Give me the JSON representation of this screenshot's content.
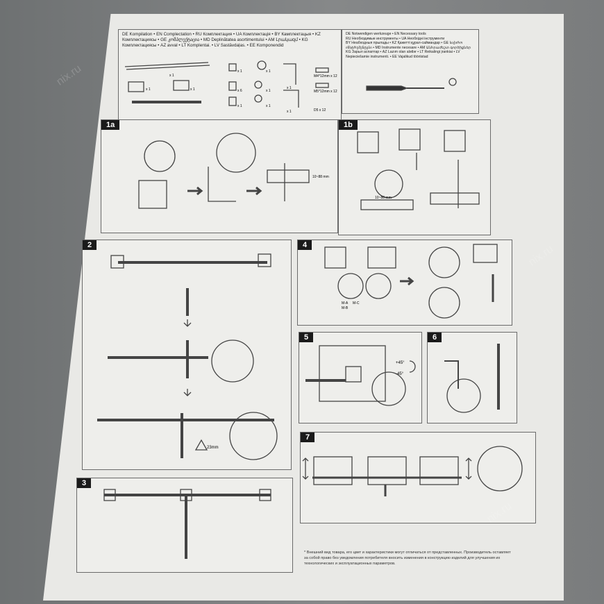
{
  "components_header": {
    "line1": "DE Kompilation • EN Complectation • RU Комплектация • UA Комплектація • BY Камплектацыя • KZ",
    "line2": "Комплектациясы • GE კომპლექტაცია • MD Deplinătatea asortimentului • AM Լրակազմ • KG",
    "line3": "Комплектациясы • AZ avval • LT Komplentai. • LV Sastāvdaļas. • EE Komponendid"
  },
  "tools_header": {
    "line1": "DE Notwendigen werkzeuge • EN Necessary tools",
    "line2": "RU Необходимые инструменты • UA Необхідні інструменти",
    "line3": "BY Неабходныя прылады • KZ Қажетті құрал-саймандар • GE საჭირო",
    "line4": "ინსტრუმენტები • MD Instrumente necesare • AM Անհրաժեշտ գործիքներ",
    "line5": "KG Зарыл аспаптар • AZ Lazım olan alətlər • LT Reikalingi įrankiai • LV",
    "line6": "Nepieciešamie instrumenti. • EE Vajalikud tööriistad"
  },
  "parts": {
    "qty_labels": [
      "x 1",
      "x 1",
      "x 1",
      "x 1",
      "x 6",
      "x 1",
      "x 1",
      "x 1",
      "x 1",
      "x 1",
      "x 1"
    ],
    "screw_labels": [
      "M4*12mm x 12",
      "M5*12mm x 12",
      "D5 x 12"
    ]
  },
  "steps": {
    "s1a": "1a",
    "s1b": "1b",
    "s2": "2",
    "s3": "3",
    "s4": "4",
    "s5": "5",
    "s6": "6",
    "s7": "7"
  },
  "annotations": {
    "clamp_range_1a": "10~88 mm",
    "clamp_range_1b": "10~88 mm",
    "height_warning": "23mm",
    "angle_plus": "+45°",
    "angle_minus": "-45°",
    "screw_sizes": [
      "M-A",
      "M-C",
      "M-B"
    ]
  },
  "footnote": {
    "line1": "* Внешний вид товара, его цвет и характеристики могут отличаться от представленных. Производитель оставляет",
    "line2": "за собой право без уведомления потребителя вносить изменения в конструкцию изделий для улучшения их",
    "line3": "технологических и эксплуатационных параметров."
  },
  "watermark": "nix.ru"
}
